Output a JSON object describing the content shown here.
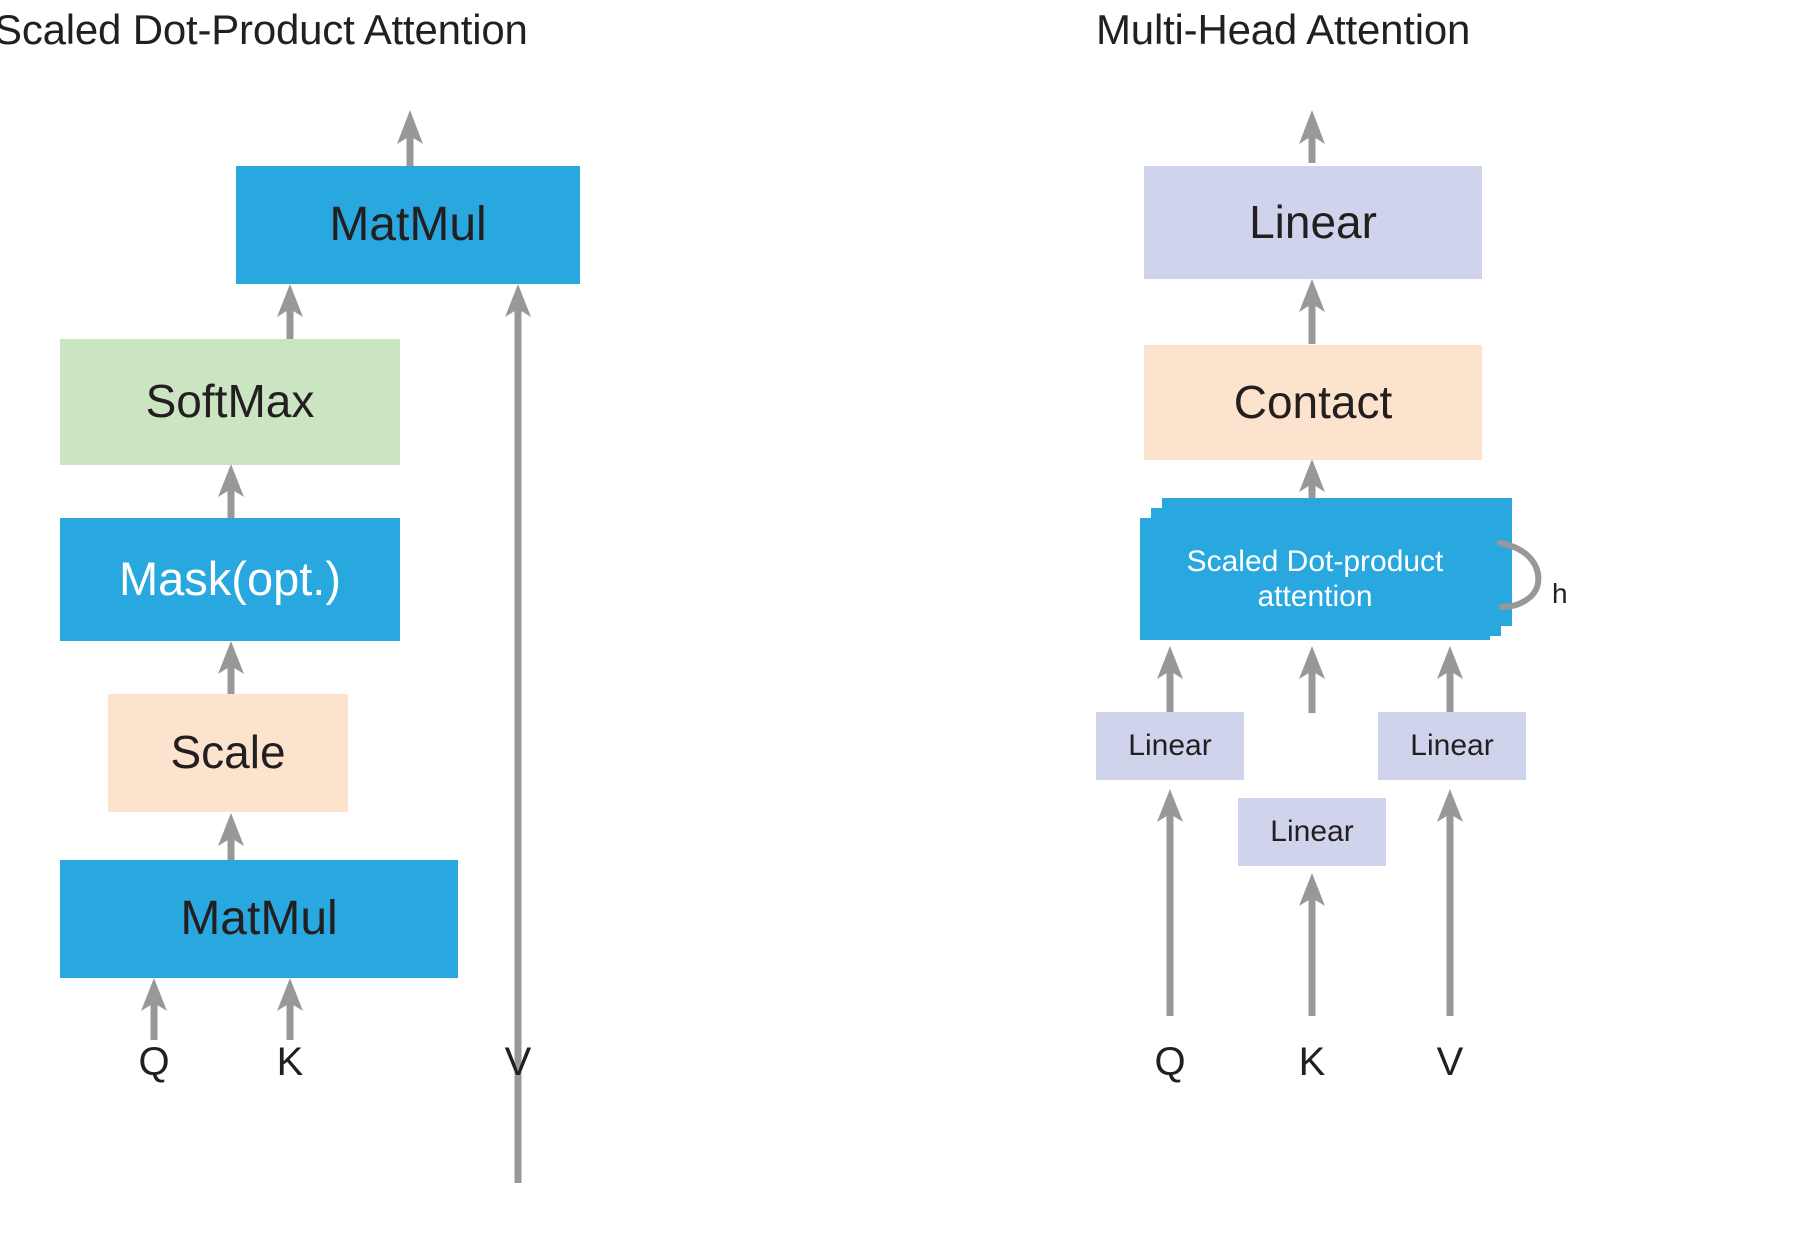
{
  "figure": {
    "left_panel": {
      "title": "Scaled Dot-Product Attention",
      "nodes": {
        "matmul_top": "MatMul",
        "softmax": "SoftMax",
        "mask": "Mask(opt.)",
        "scale": "Scale",
        "matmul_bottom": "MatMul"
      },
      "inputs": {
        "q": "Q",
        "k": "K",
        "v": "V"
      }
    },
    "right_panel": {
      "title": "Multi-Head Attention",
      "nodes": {
        "linear_out": "Linear",
        "contact": "Contact",
        "attention_line1": "Scaled Dot-product",
        "attention_line2": "attention",
        "linear_q": "Linear",
        "linear_k": "Linear",
        "linear_v": "Linear"
      },
      "heads_label": "h",
      "inputs": {
        "q": "Q",
        "k": "K",
        "v": "V"
      }
    },
    "colors": {
      "blue": "#29a8df",
      "green": "#cbe5c3",
      "peach": "#fbe3ce",
      "lavender": "#cfd3ec",
      "arrow": "#989898",
      "text_dark": "#231f20",
      "text_light": "#ffffff"
    }
  }
}
